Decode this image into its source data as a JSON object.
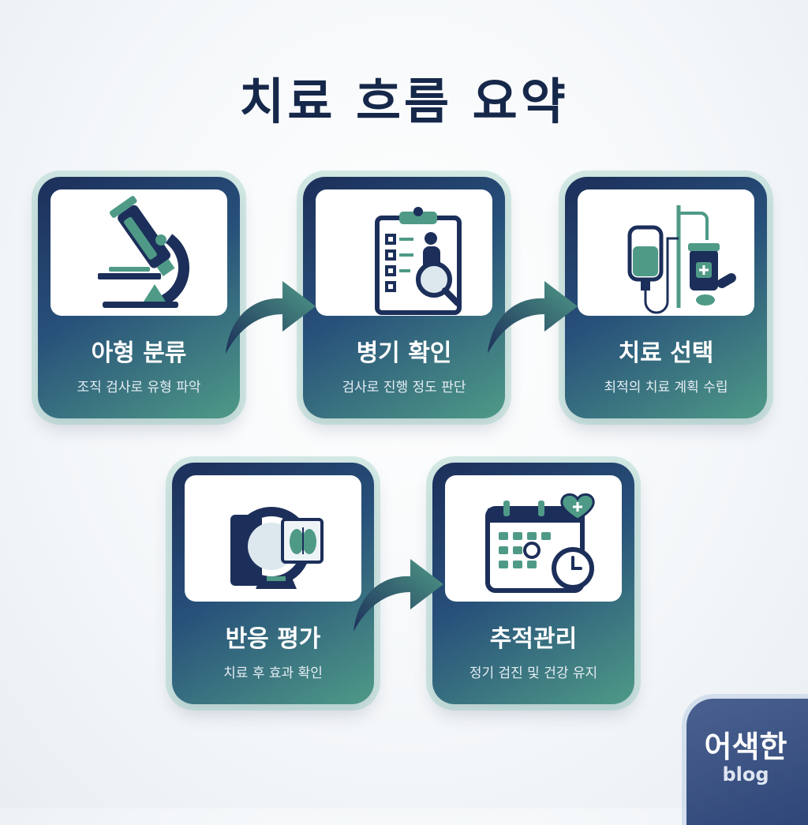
{
  "title": "치료 흐름 요약",
  "steps": [
    {
      "name": "아형 분류",
      "desc": "조직 검사로 유형 파악",
      "icon": "microscope-icon"
    },
    {
      "name": "병기 확인",
      "desc": "검사로 진행 정도 판단",
      "icon": "clipboard-magnifier-icon"
    },
    {
      "name": "치료 선택",
      "desc": "최적의 치료 계획 수립",
      "icon": "iv-medication-icon"
    },
    {
      "name": "반응 평가",
      "desc": "치료 후 효과 확인",
      "icon": "ct-scanner-icon"
    },
    {
      "name": "추적관리",
      "desc": "정기 검진 및 건강 유지",
      "icon": "calendar-clock-icon"
    }
  ],
  "badge": {
    "main": "어색한",
    "sub": "blog"
  },
  "colors": {
    "navy": "#1c2f5a",
    "teal": "#4f9a87",
    "dark": "#16284a"
  }
}
